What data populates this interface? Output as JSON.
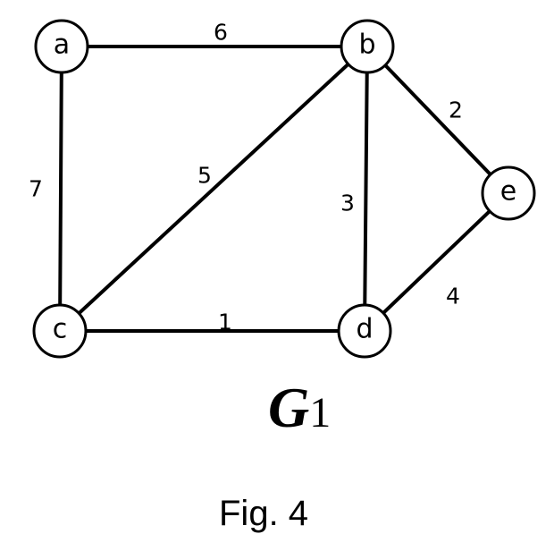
{
  "graph": {
    "nodes": [
      {
        "id": "a",
        "label": "a"
      },
      {
        "id": "b",
        "label": "b"
      },
      {
        "id": "c",
        "label": "c"
      },
      {
        "id": "d",
        "label": "d"
      },
      {
        "id": "e",
        "label": "e"
      }
    ],
    "edges": [
      {
        "from": "a",
        "to": "b",
        "weight": "6"
      },
      {
        "from": "a",
        "to": "c",
        "weight": "7"
      },
      {
        "from": "b",
        "to": "c",
        "weight": "5"
      },
      {
        "from": "b",
        "to": "d",
        "weight": "3"
      },
      {
        "from": "b",
        "to": "e",
        "weight": "2"
      },
      {
        "from": "c",
        "to": "d",
        "weight": "1"
      },
      {
        "from": "d",
        "to": "e",
        "weight": "4"
      }
    ],
    "name_main": "G",
    "name_subscript": "1"
  },
  "caption": "Fig. 4"
}
